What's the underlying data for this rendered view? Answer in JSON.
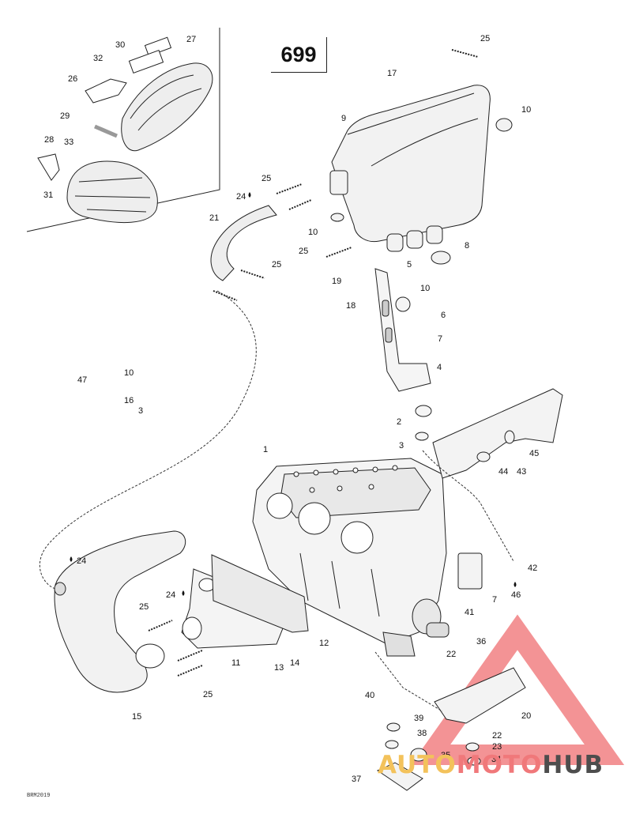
{
  "diagram": {
    "page_number": "699",
    "code": "BRM2019",
    "watermark": {
      "part1": "AUTO",
      "part2": "MOTO",
      "part3": "HUB"
    },
    "callouts": [
      "1",
      "2",
      "3",
      "3",
      "4",
      "5",
      "6",
      "7",
      "7",
      "8",
      "9",
      "10",
      "10",
      "10",
      "10",
      "11",
      "12",
      "13",
      "14",
      "15",
      "16",
      "17",
      "18",
      "19",
      "20",
      "21",
      "22",
      "22",
      "23",
      "24",
      "24",
      "24",
      "25",
      "25",
      "25",
      "25",
      "25",
      "25",
      "26",
      "27",
      "28",
      "29",
      "30",
      "31",
      "32",
      "33",
      "34",
      "35",
      "36",
      "37",
      "38",
      "39",
      "40",
      "41",
      "42",
      "43",
      "44",
      "45",
      "46",
      "47"
    ]
  }
}
